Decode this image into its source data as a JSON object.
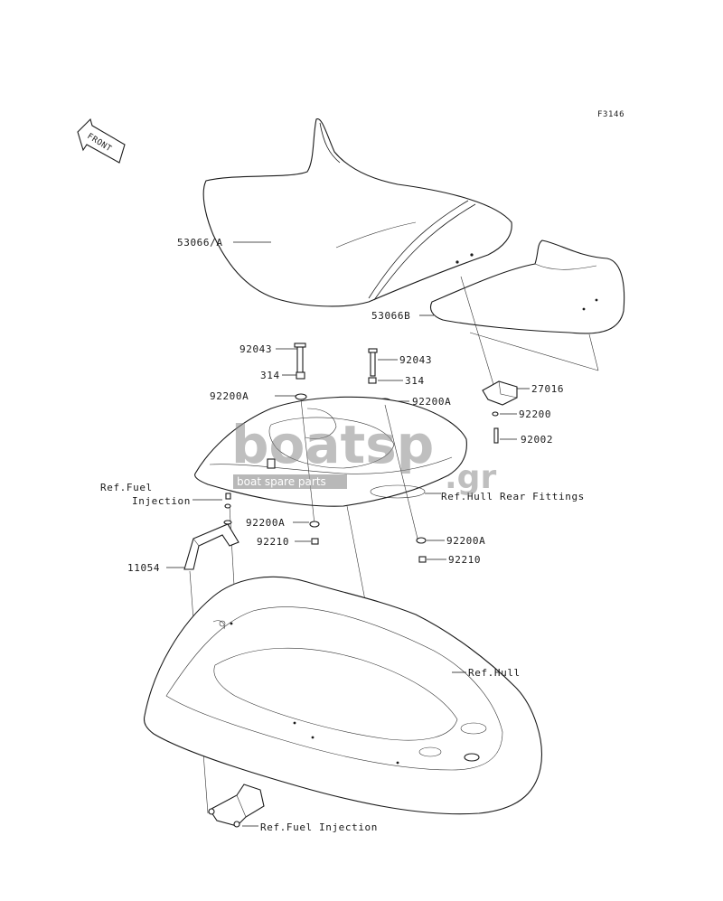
{
  "figure_code": "F3146",
  "front_marker": "FRONT",
  "watermark": {
    "brand": "boatsp",
    "tld": ".gr",
    "tagline": "boat spare parts"
  },
  "parts": {
    "seat_front": "53066/A",
    "seat_rear": "53066B",
    "bolt_left": "92043",
    "bolt_right": "92043",
    "nut_left": "314",
    "nut_right": "314",
    "washer_left": "92200A",
    "washer_right": "92200A",
    "bracket_rear": "27016",
    "washer_rear": "92200",
    "bolt_rear": "92002",
    "ref_fuel_line1": "Ref.Fuel",
    "ref_fuel_line2": "Injection",
    "ref_hull_rear": "Ref.Hull Rear Fittings",
    "washer_lower_mid": "92200A",
    "nut_lower_mid": "92210",
    "bracket_fuel": "11054",
    "washer_lower_right": "92200A",
    "nut_lower_right": "92210",
    "ref_hull": "Ref.Hull",
    "ref_fuel_bottom": "Ref.Fuel Injection"
  }
}
